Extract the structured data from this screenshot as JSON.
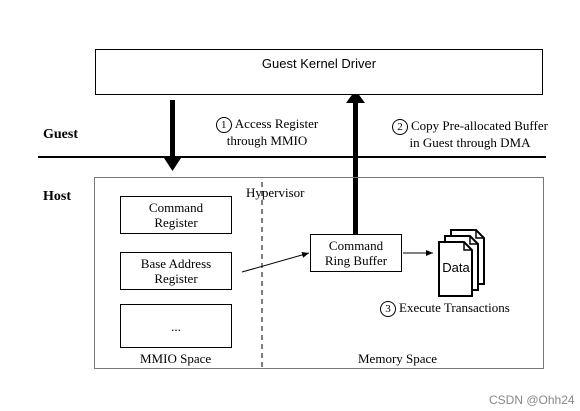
{
  "guest_kernel_driver": "Guest Kernel Driver",
  "domains": {
    "guest": "Guest",
    "host": "Host"
  },
  "hypervisor": "Hypervisor",
  "steps": [
    {
      "num": "1",
      "text": "Access Register\nthrough MMIO"
    },
    {
      "num": "2",
      "text": "Copy Pre-allocated Buffer\nin Guest through DMA"
    },
    {
      "num": "3",
      "text": "Execute Transactions"
    }
  ],
  "mmio_registers": {
    "command": "Command\nRegister",
    "base_address": "Base Address\nRegister",
    "more": "..."
  },
  "command_ring_buffer": "Command\nRing Buffer",
  "data_label": "Data",
  "spaces": {
    "mmio": "MMIO Space",
    "memory": "Memory Space"
  },
  "watermark": "CSDN @Ohh24"
}
